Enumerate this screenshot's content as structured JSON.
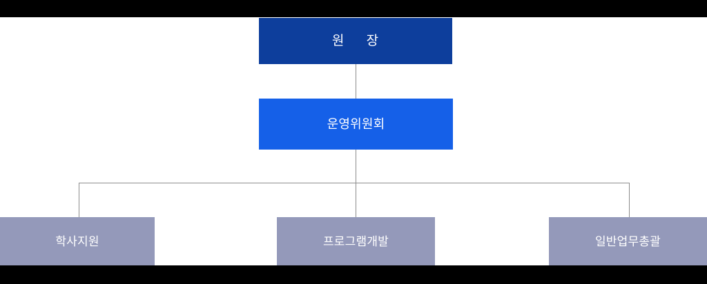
{
  "chart_data": {
    "type": "diagram",
    "diagram_type": "organization-chart",
    "title": "",
    "orientation": "top-down",
    "levels": 3,
    "nodes": [
      {
        "id": "director",
        "label": "원     장",
        "level": 1,
        "color": "#0d3e9c",
        "text_color": "#ffffff"
      },
      {
        "id": "committee",
        "label": "운영위원회",
        "level": 2,
        "color": "#1560e8",
        "text_color": "#ffffff"
      },
      {
        "id": "academic",
        "label": "학사지원",
        "level": 3,
        "color": "#9499ba",
        "text_color": "#ffffff"
      },
      {
        "id": "program",
        "label": "프로그램개발",
        "level": 3,
        "color": "#9499ba",
        "text_color": "#ffffff"
      },
      {
        "id": "general",
        "label": "일반업무총괄",
        "level": 3,
        "color": "#9499ba",
        "text_color": "#ffffff"
      }
    ],
    "edges": [
      {
        "from": "director",
        "to": "committee"
      },
      {
        "from": "committee",
        "to": "academic"
      },
      {
        "from": "committee",
        "to": "program"
      },
      {
        "from": "committee",
        "to": "general"
      }
    ],
    "line_color": "#8a8a8a",
    "background": "#ffffff",
    "letterbox_color": "#000000"
  },
  "org_chart": {
    "director": {
      "label": "원     장"
    },
    "committee": {
      "label": "운영위원회"
    },
    "departments": [
      {
        "label": "학사지원"
      },
      {
        "label": "프로그램개발"
      },
      {
        "label": "일반업무총괄"
      }
    ]
  }
}
